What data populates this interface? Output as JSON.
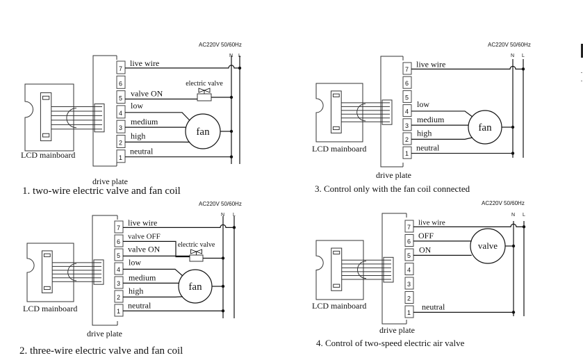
{
  "supply_label": "AC220V 50/60Hz",
  "n_label": "N",
  "l_label": "L",
  "board_label": "LCD mainboard",
  "plate_label": "drive plate",
  "fan_label": "fan",
  "valve_label": "valve",
  "electric_valve_label": "electric valve",
  "terminal_numbers": [
    "7",
    "6",
    "5",
    "4",
    "3",
    "2",
    "1"
  ],
  "panels": [
    {
      "id": "p1",
      "caption": "1. two-wire electric valve and fan coil",
      "labels": {
        "t7": "live wire",
        "t5": "valve ON",
        "t4": "low",
        "t3": "medium",
        "t2": "high",
        "t1": "neutral"
      },
      "load": "fan",
      "has_valve": true,
      "valve_three_wire": false
    },
    {
      "id": "p2",
      "caption": "2. three-wire electric valve and fan coil",
      "labels": {
        "t7": "live wire",
        "t6": "valve OFF",
        "t5": "valve ON",
        "t4": "low",
        "t3": "medium",
        "t2": "high",
        "t1": "neutral"
      },
      "load": "fan",
      "has_valve": true,
      "valve_three_wire": true
    },
    {
      "id": "p3",
      "caption": "3. Control only with the fan coil connected",
      "labels": {
        "t7": "live wire",
        "t4": "low",
        "t3": "medium",
        "t2": "high",
        "t1": "neutral"
      },
      "load": "fan",
      "has_valve": false,
      "valve_three_wire": false
    },
    {
      "id": "p4",
      "caption": "4. Control of two-speed electric air valve",
      "labels": {
        "t7": "live wire",
        "t6": "OFF",
        "t5": "ON",
        "t1": "neutral"
      },
      "load": "valve",
      "has_valve": false,
      "valve_three_wire": false
    }
  ]
}
